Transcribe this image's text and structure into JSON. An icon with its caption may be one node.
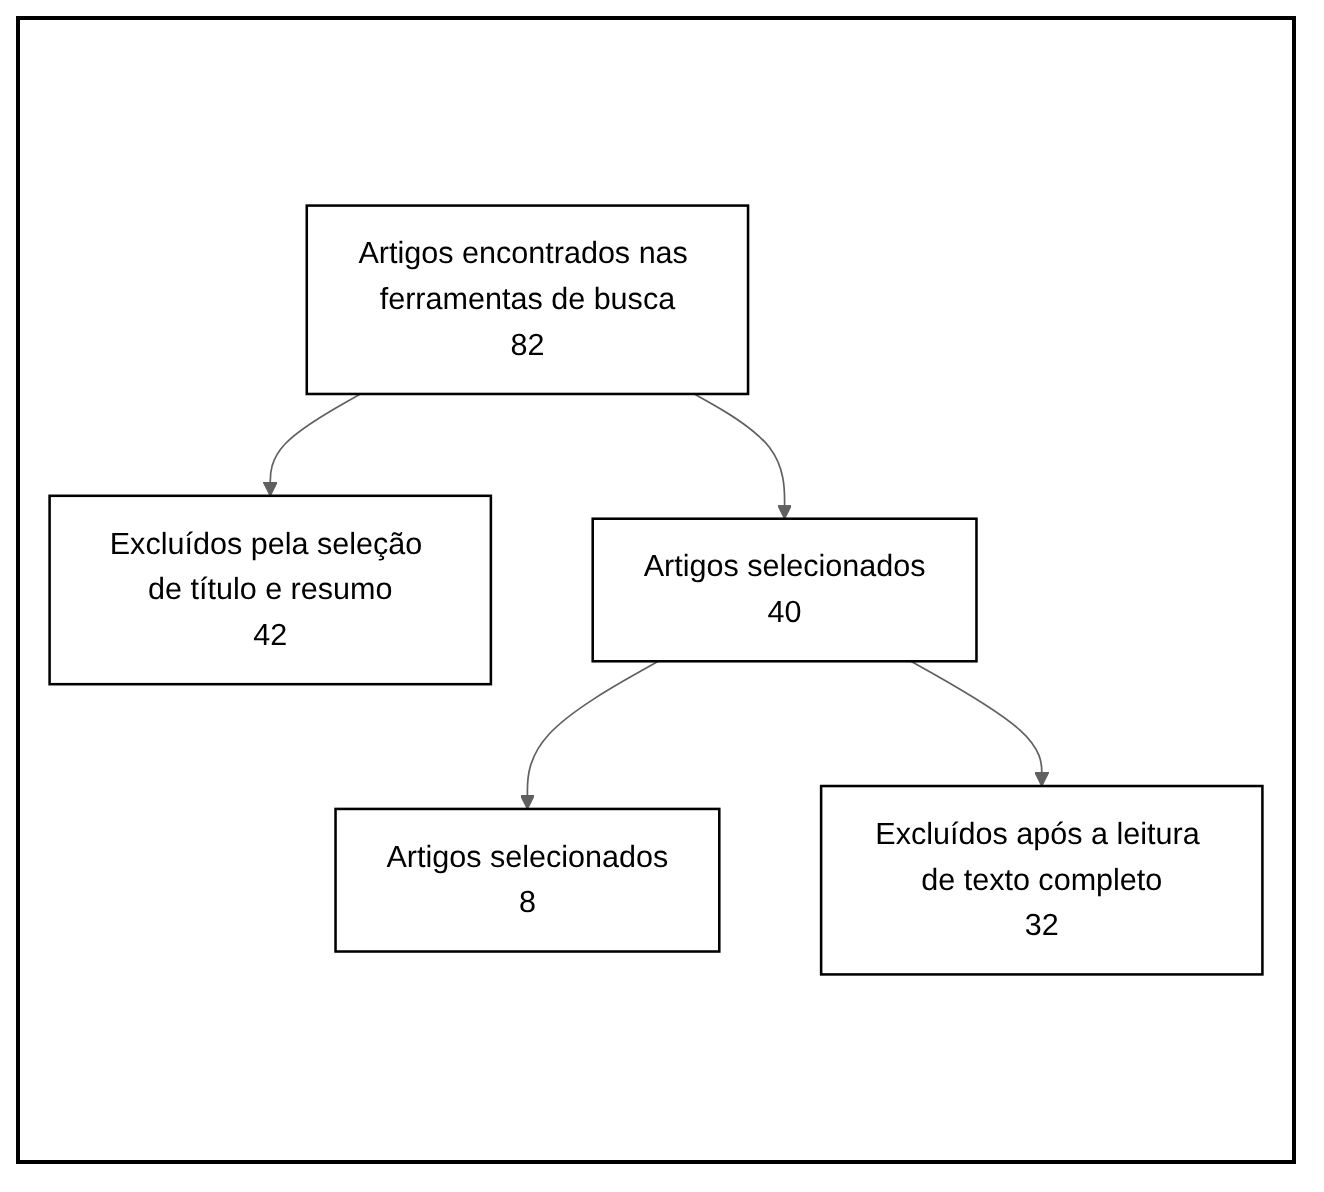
{
  "diagram": {
    "nodes": [
      {
        "text": [
          "Artigos encontrados nas ferramentas de busca",
          "82"
        ]
      },
      {
        "text": [
          "Excluídos pela seleção de título e resumo",
          "42"
        ]
      },
      {
        "text": [
          "Artigos selecionados",
          "40"
        ]
      },
      {
        "text": [
          "Excluídos após a leitura de texto completo",
          "32"
        ]
      },
      {
        "text": [
          "Artigos selecionados",
          "8"
        ]
      }
    ],
    "edges": [
      {
        "from": 0,
        "to": 2,
        "arrow": "to"
      },
      {
        "from": 0,
        "to": 1,
        "arrow": "to"
      },
      {
        "from": 2,
        "to": 4,
        "arrow": "to"
      },
      {
        "from": 2,
        "to": 3,
        "arrow": "to"
      }
    ]
  }
}
